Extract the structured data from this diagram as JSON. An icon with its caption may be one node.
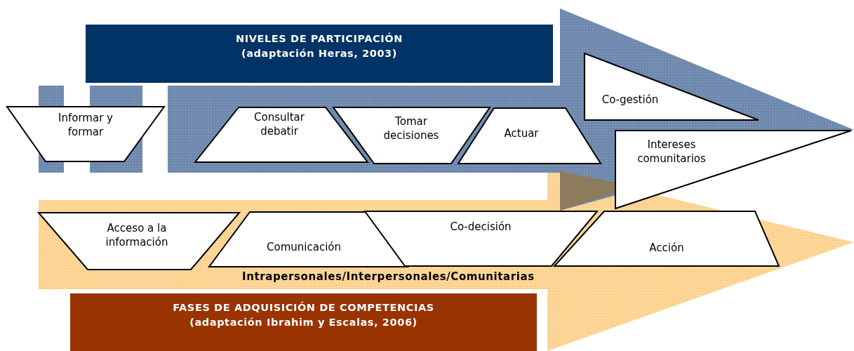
{
  "diagram": {
    "nodes": [
      {
        "text": [
          "NIVELES DE PARTICIPACIÓN",
          "(adaptación Heras, 2003)"
        ]
      },
      {
        "text": [],
        "shape": "arrow"
      },
      {
        "text": [
          "Informar y formar"
        ]
      },
      {
        "text": [
          "Consultar debatir"
        ],
        "in": 1
      },
      {
        "text": [
          "Tomar decisiones"
        ],
        "in": 1
      },
      {
        "text": [
          "Actuar"
        ],
        "in": 1
      },
      {
        "text": [
          "Co-gestión"
        ],
        "in": 1
      },
      {
        "text": [
          "Intereses comunitarios"
        ],
        "in": 1
      },
      {
        "text": [],
        "shape": "arrow"
      },
      {
        "text": [
          "Acceso a la información"
        ],
        "in": 8
      },
      {
        "text": [
          "Comunicación"
        ],
        "in": 8
      },
      {
        "text": [
          "Co-decisión"
        ],
        "in": 8
      },
      {
        "text": [
          "Acción"
        ],
        "in": 8
      },
      {
        "text": [
          "FASES DE ADQUISICIÓN DE COMPETENCIAS",
          "(adaptación Ibrahim y Escalas, 2006)"
        ]
      }
    ],
    "edges": [],
    "labels": [
      "Intrapersonales/Interpersonales/Comunitarias"
    ]
  }
}
